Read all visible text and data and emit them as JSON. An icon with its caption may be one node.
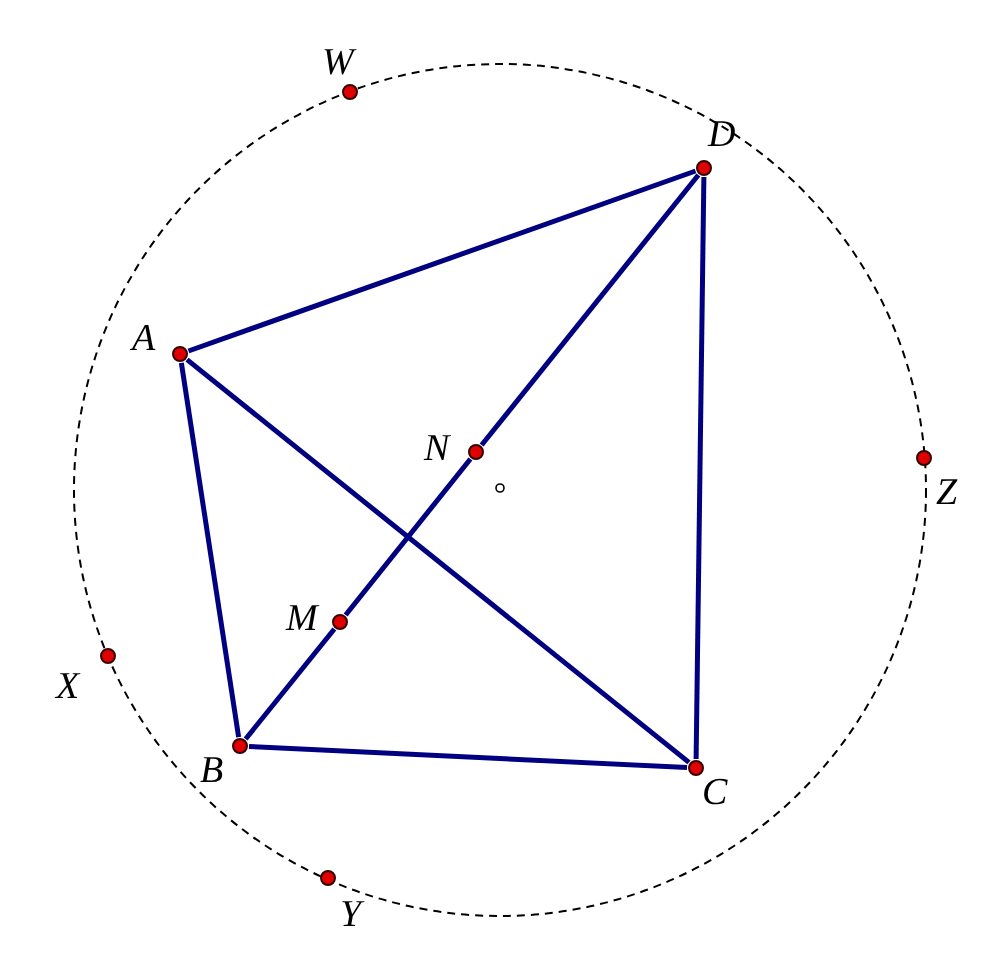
{
  "diagram": {
    "nodes": [
      {
        "text": [
          "W"
        ]
      },
      {
        "text": [
          "D"
        ]
      },
      {
        "text": [
          "A"
        ]
      },
      {
        "text": [
          "N"
        ]
      },
      {
        "text": [
          "Z"
        ]
      },
      {
        "text": [
          "M"
        ]
      },
      {
        "text": [
          "X"
        ]
      },
      {
        "text": [
          "B"
        ]
      },
      {
        "text": [
          "C"
        ]
      },
      {
        "text": [
          "Y"
        ]
      }
    ],
    "edges": [
      {
        "from": 2,
        "to": 1,
        "arrow": "none"
      },
      {
        "from": 2,
        "to": 7,
        "arrow": "none"
      },
      {
        "from": 2,
        "to": 8,
        "arrow": "none"
      },
      {
        "from": 7,
        "to": 5,
        "arrow": "none"
      },
      {
        "from": 5,
        "to": 3,
        "arrow": "none"
      },
      {
        "from": 3,
        "to": 1,
        "arrow": "none"
      },
      {
        "from": 7,
        "to": 8,
        "arrow": "none"
      },
      {
        "from": 1,
        "to": 8,
        "arrow": "none"
      }
    ]
  }
}
